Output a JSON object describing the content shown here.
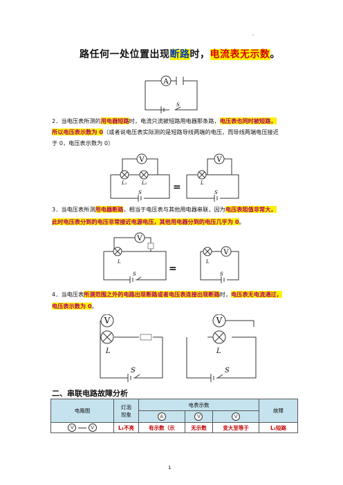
{
  "top_dot": "。",
  "heading": {
    "part1": "路任何一处位置出现",
    "part2": "断路",
    "part3": "时，",
    "part4": "电流表无示数",
    "part5": "。"
  },
  "circuit1": {
    "ammeter": "A",
    "switch": "S"
  },
  "item2": {
    "l1_a": "2．当电压表所测的",
    "l1_b": "用电器短路",
    "l1_c": "时，电流只流被短路用电器那条路，",
    "l1_d": "电压表也同时被短路，",
    "l2_a": "所以电压表示数为 0",
    "l2_b": "（或者说电压表实际测的是短路导线两端的电压，而导线两端电压接近",
    "l3": "于 0，电压表示数为 0）"
  },
  "circuit2": {
    "voltmeter": "V",
    "l1": "L₁",
    "l2": "L₂",
    "switch": "S",
    "equals": "=",
    "right_lamp": "L",
    "right_switch": "S",
    "right_voltmeter": "V"
  },
  "item3": {
    "l1_a": "3．当电压表所测",
    "l1_b": "用电器断路",
    "l1_c": "，相当于电压表与其他用电器串联，因为",
    "l1_d": "电压表阻值非常大，",
    "l2_a": "此时电压表分到的电压非常接近电源电压，其他用电器分到的电压几乎为 0",
    "l2_b": "。"
  },
  "circuit3": {
    "voltmeter": "V",
    "lamp": "L",
    "switch": "S",
    "equals": "=",
    "right_voltmeter": "V",
    "right_lamp": "L",
    "right_switch": "S"
  },
  "item4": {
    "l1_a": "4．当电压表",
    "l1_b": "所测范围之外的电路出现断路或者电压表连接出现断路",
    "l1_c": "时，",
    "l1_d": "电压表无电流通过，",
    "l2_a": "电压表示数为 0",
    "l2_b": "。"
  },
  "circuit4": {
    "voltmeter": "V",
    "lamp": "L",
    "switch": "S",
    "right_voltmeter": "V",
    "right_lamp": "L",
    "right_switch": "S"
  },
  "section2": "二、串联电路故障分析",
  "table": {
    "col_circuit": "电路图",
    "col_lamp_1": "灯泡",
    "col_lamp_2": "现象",
    "col_meter": "电表示数",
    "meter_a": "A",
    "meter_v1": "V",
    "meter_v2": "V",
    "col_fault": "故障",
    "row1": {
      "v1": "V",
      "v2": "V",
      "lamp": "L₁不亮",
      "a": "有示数（示",
      "v_1": "无示数",
      "v_2": "变大至等于",
      "fault": "L₁短路"
    }
  },
  "page_number": "1"
}
